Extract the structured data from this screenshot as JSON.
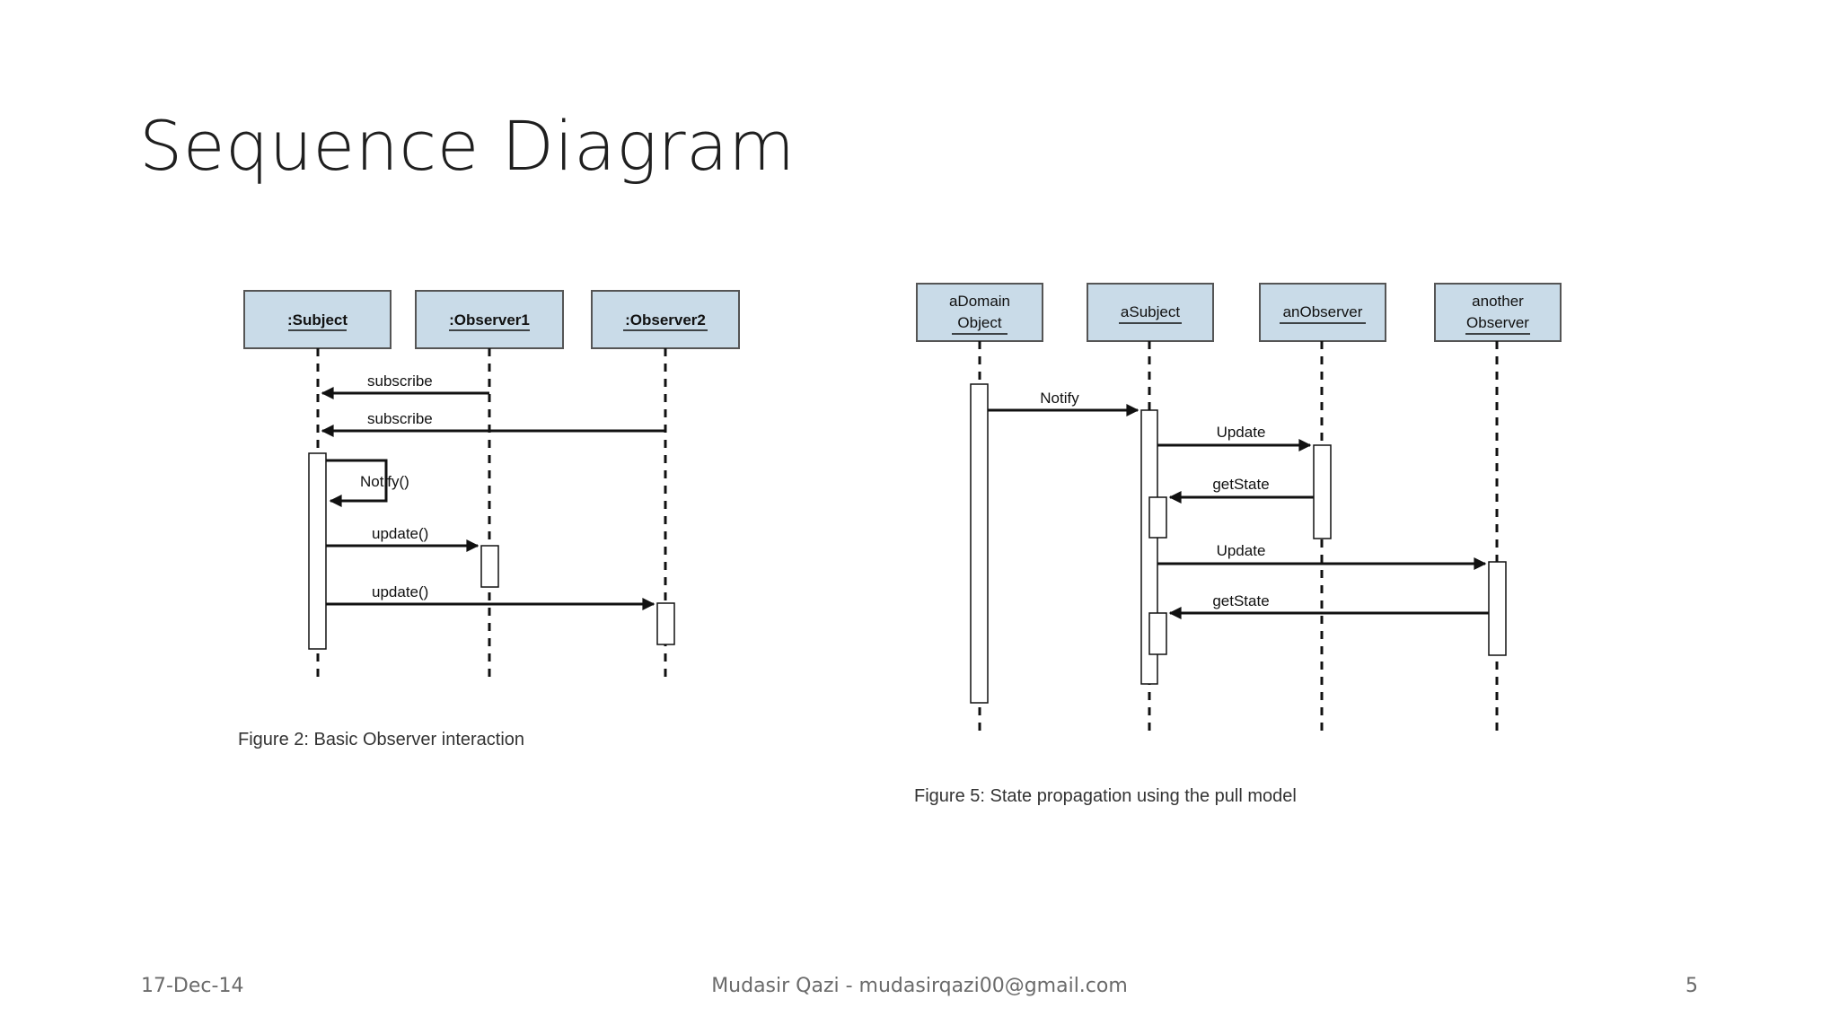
{
  "slide": {
    "title": "Sequence Diagram",
    "footer": {
      "date": "17-Dec-14",
      "author": "Mudasir Qazi - mudasirqazi00@gmail.com",
      "page_number": "5"
    }
  },
  "figure2": {
    "caption": "Figure 2: Basic Observer interaction",
    "lifelines": [
      ":Subject",
      ":Observer1",
      ":Observer2"
    ],
    "messages": [
      "subscribe",
      "subscribe",
      "Notify()",
      "update()",
      "update()"
    ]
  },
  "figure5": {
    "caption": "Figure 5: State propagation using the pull model",
    "lifelines": [
      {
        "line1": "aDomain",
        "line2": "Object"
      },
      {
        "line1": "aSubject",
        "line2": ""
      },
      {
        "line1": "anObserver",
        "line2": ""
      },
      {
        "line1": "another",
        "line2": "Observer"
      }
    ],
    "messages": [
      "Notify",
      "Update",
      "getState",
      "Update",
      "getState"
    ]
  },
  "colors": {
    "header_fill": "#c9dbe8",
    "header_stroke": "#555555",
    "line": "#111111"
  }
}
